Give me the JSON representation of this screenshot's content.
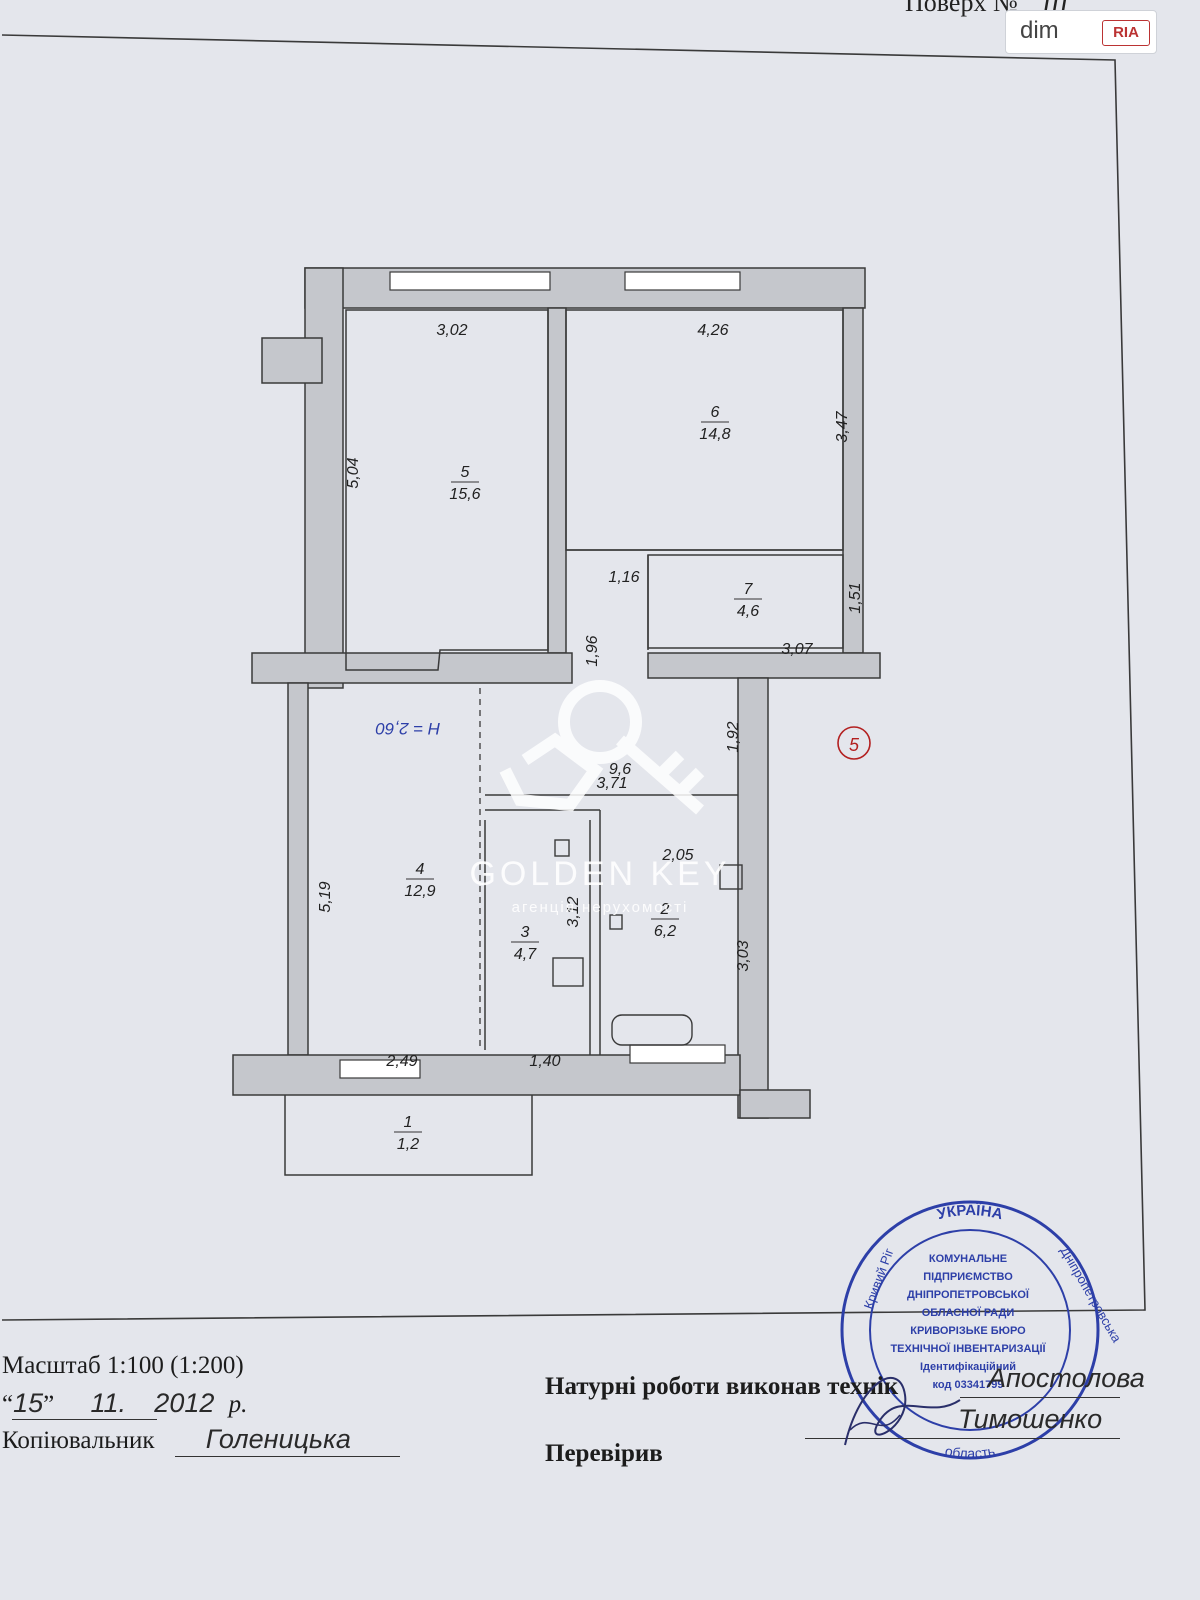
{
  "header": {
    "floor_label": "Поверх №",
    "floor_value": "III"
  },
  "site_badge": {
    "brand_text": "dim",
    "brand_tag": "RIA"
  },
  "plan": {
    "rooms": [
      {
        "number": "1",
        "area": "1,2"
      },
      {
        "number": "2",
        "area": "6,2"
      },
      {
        "number": "3",
        "area": "4,7"
      },
      {
        "number": "4",
        "area": "12,9"
      },
      {
        "number": "5",
        "area": "15,6"
      },
      {
        "number": "6",
        "area": "14,8"
      },
      {
        "number": "7",
        "area": "4,6"
      },
      {
        "number": "",
        "area": "9,6"
      }
    ],
    "dimensions": [
      "3,02",
      "4,26",
      "5,04",
      "3,47",
      "1,16",
      "1,51",
      "3,07",
      "1,96",
      "1,92",
      "3,71",
      "2,05",
      "5,19",
      "3,12",
      "3,03",
      "2,49",
      "1,40"
    ],
    "height_label": "Н = 2,60",
    "sheet_number": "5"
  },
  "watermark": {
    "title": "GOLDEN KEY",
    "subtitle": "агенція нерухомості"
  },
  "stamp": {
    "ring_top": "УКРАЇНА",
    "ring_left": "Кривий Ріг",
    "ring_right": "Дніпропетровська",
    "ring_bottom": "область",
    "center_lines": [
      "КОМУНАЛЬНЕ",
      "ПІДПРИЄМСТВО",
      "ДНІПРОПЕТРОВСЬКОЇ",
      "ОБЛАСНОЇ РАДИ",
      "КРИВОРІЗЬКЕ БЮРО",
      "ТЕХНІЧНОЇ ІНВЕНТАРИЗАЦІЇ",
      "Ідентифікаційний",
      "код 03341799"
    ]
  },
  "footer": {
    "scale": "Масштаб 1:100 (1:200)",
    "date_day": "15",
    "date_month": "11.",
    "date_year": "2012",
    "date_suffix": "р.",
    "copier_label": "Копіювальник",
    "copier_name": "Голеницька",
    "fieldwork_label": "Натурні роботи виконав технік",
    "fieldwork_name": "Апостолова",
    "checked_label": "Перевірив",
    "checked_name": "Тимошенко"
  }
}
